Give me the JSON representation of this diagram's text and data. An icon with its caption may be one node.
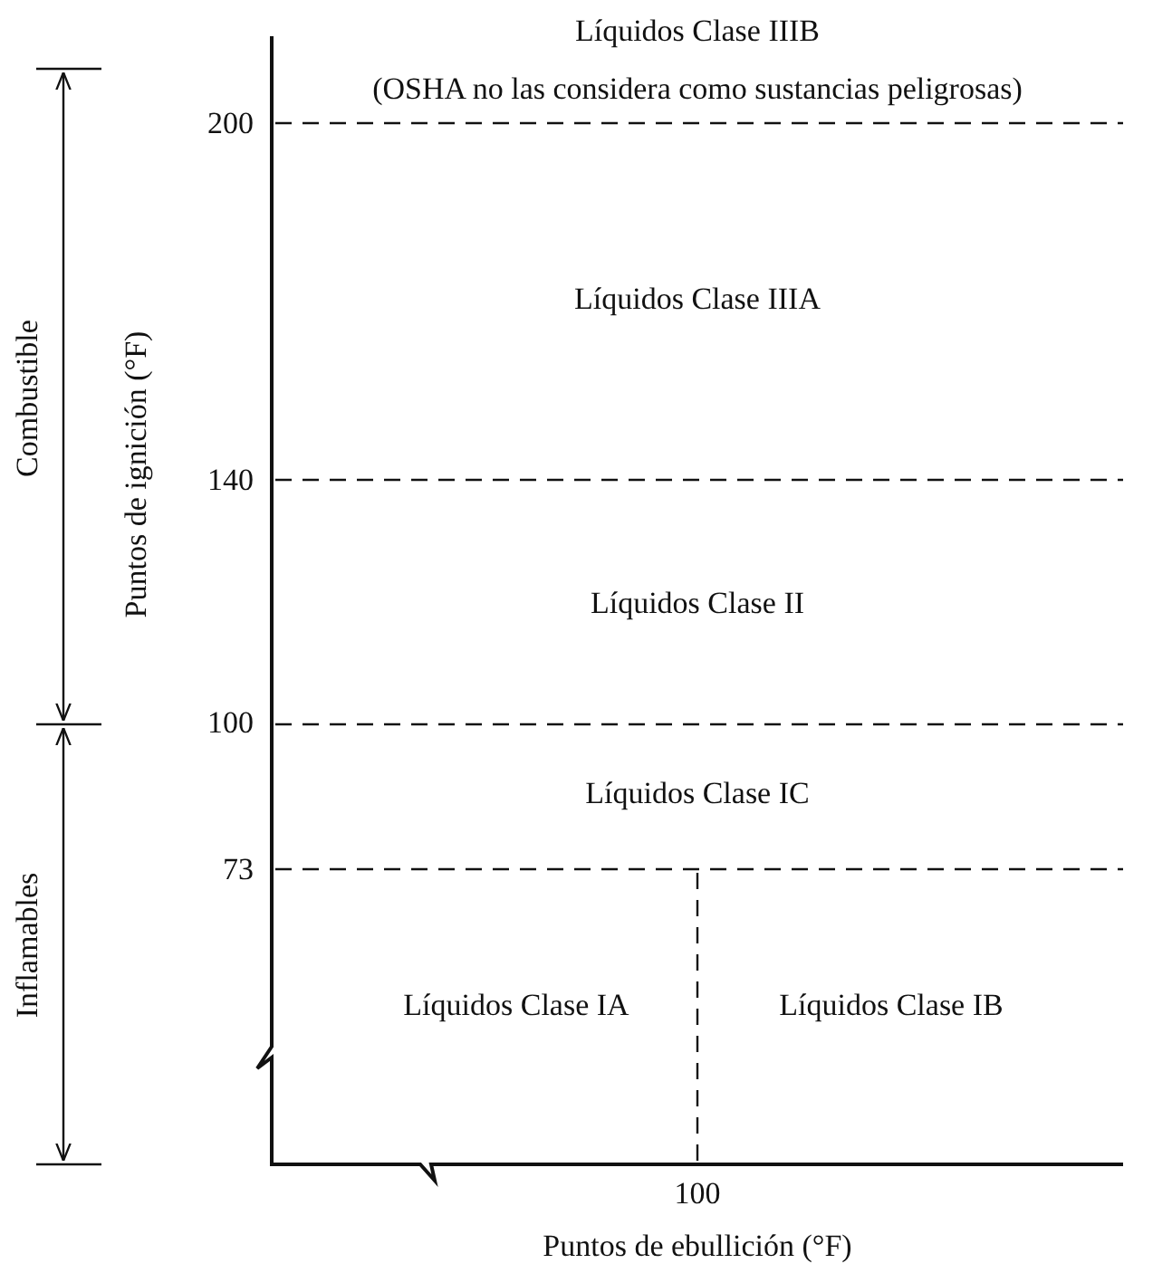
{
  "diagram": {
    "labels": [
      "Líquidos Clase IIIB",
      "(OSHA no las considera como sustancias peligrosas)",
      "200",
      "Líquidos Clase IIIA",
      "Combustible",
      "Puntos de ignición (°F)",
      "140",
      "Líquidos Clase II",
      "100",
      "Líquidos Clase IC",
      "73",
      "Inflamables",
      "Líquidos Clase IA",
      "Líquidos Clase IB",
      "100",
      "Puntos de ebullición (°F)"
    ]
  }
}
